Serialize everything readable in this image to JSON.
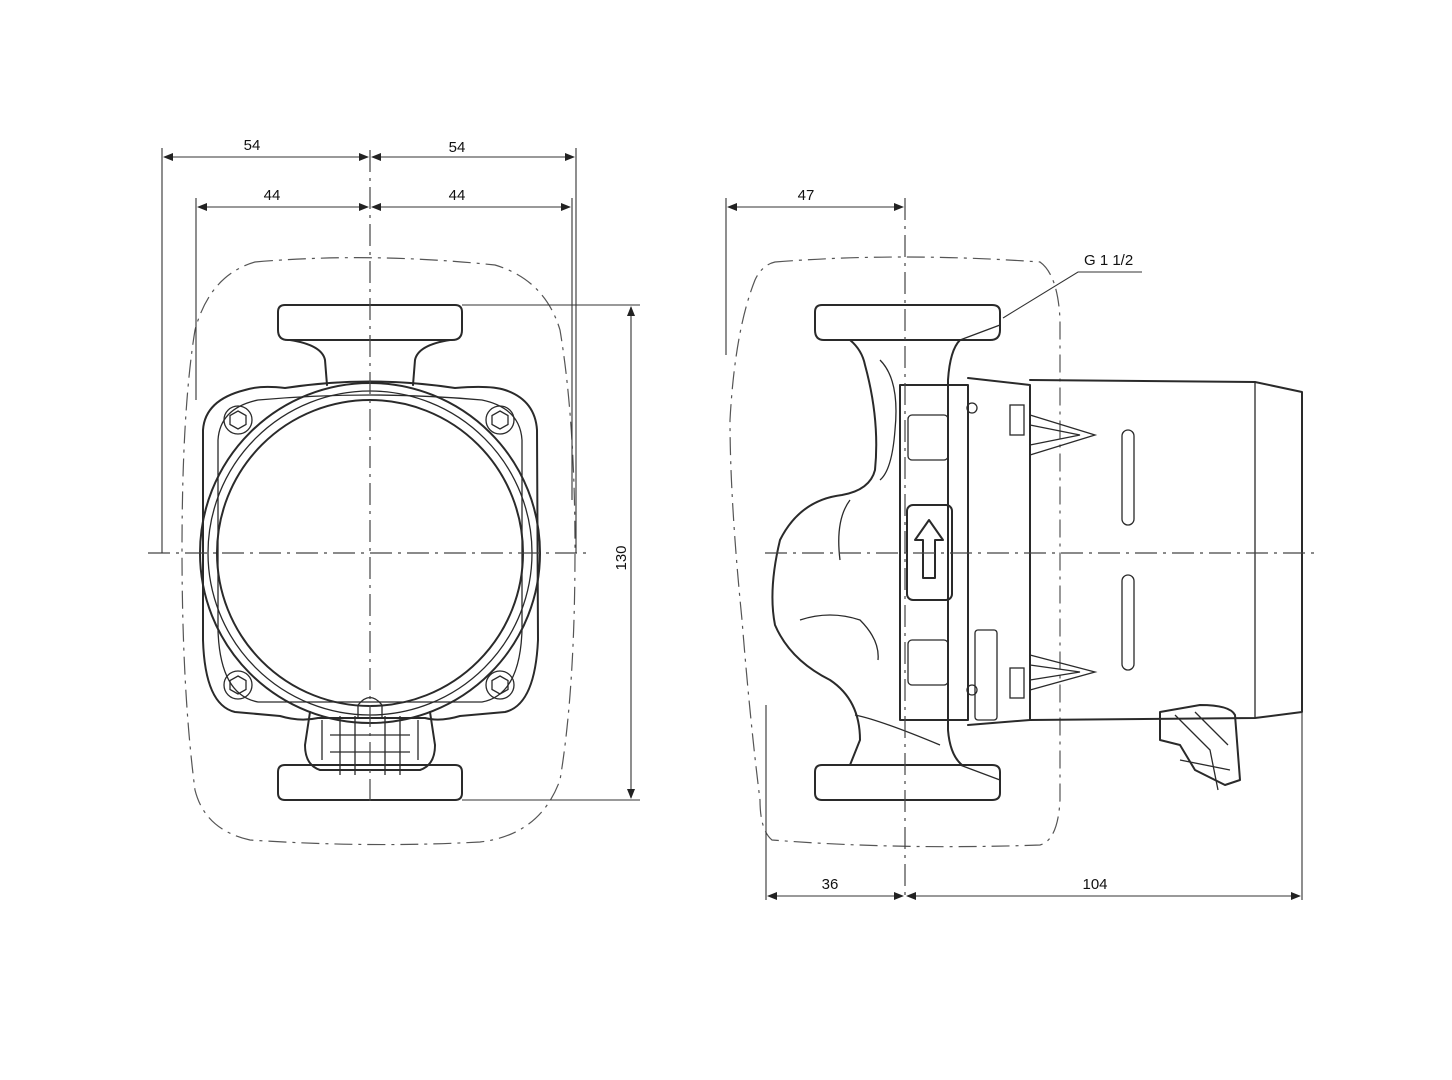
{
  "front_view": {
    "dim_left_outer": "54",
    "dim_right_outer": "54",
    "dim_left_inner": "44",
    "dim_right_inner": "44",
    "dim_height": "130"
  },
  "side_view": {
    "dim_top": "47",
    "dim_bottom_left": "36",
    "dim_bottom_right": "104",
    "thread_label": "G 1 1/2"
  },
  "colors": {
    "line": "#2a2a2a",
    "background": "#ffffff"
  }
}
